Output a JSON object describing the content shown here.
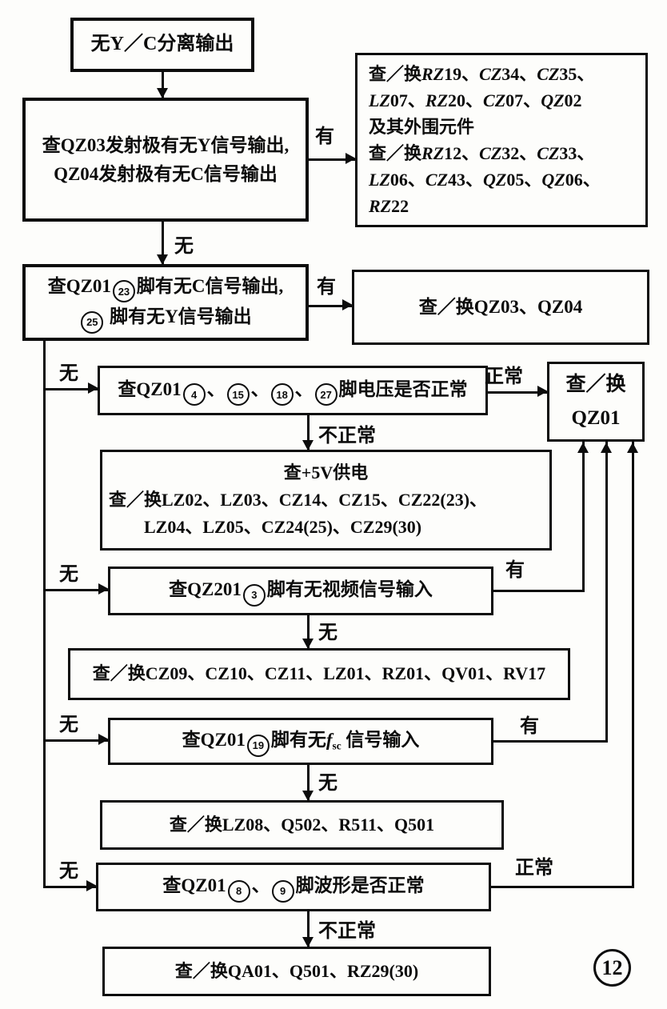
{
  "boxes": {
    "start": {
      "lines": [
        [
          {
            "t": "无Y／C分离输出"
          }
        ]
      ]
    },
    "check_emitters": {
      "lines": [
        [
          {
            "t": "查QZ03发射极有无Y信号输出,"
          }
        ],
        [
          {
            "t": "QZ04发射极有无C信号输出"
          }
        ]
      ]
    },
    "replace_rz19_group": {
      "lines": [
        [
          {
            "t": "查／换"
          },
          {
            "i": "RZ"
          },
          {
            "t": "19、"
          },
          {
            "i": "CZ"
          },
          {
            "t": "34、"
          },
          {
            "i": "CZ"
          },
          {
            "t": "35、"
          }
        ],
        [
          {
            "i": "LZ"
          },
          {
            "t": "07、"
          },
          {
            "i": "RZ"
          },
          {
            "t": "20、"
          },
          {
            "i": "CZ"
          },
          {
            "t": "07、"
          },
          {
            "i": "QZ"
          },
          {
            "t": "02"
          }
        ],
        [
          {
            "t": "及其外围元件"
          }
        ],
        [
          {
            "t": "查／换"
          },
          {
            "i": "RZ"
          },
          {
            "t": "12、"
          },
          {
            "i": "CZ"
          },
          {
            "t": "32、"
          },
          {
            "i": "CZ"
          },
          {
            "t": "33、"
          }
        ],
        [
          {
            "i": "LZ"
          },
          {
            "t": "06、"
          },
          {
            "i": "CZ"
          },
          {
            "t": "43、"
          },
          {
            "i": "QZ"
          },
          {
            "t": "05、"
          },
          {
            "i": "QZ"
          },
          {
            "t": "06、"
          }
        ],
        [
          {
            "i": "RZ"
          },
          {
            "t": "22"
          }
        ]
      ]
    },
    "check_qz01_pin23_25": {
      "lines": [
        [
          {
            "t": "查QZ01"
          },
          {
            "c": "23"
          },
          {
            "t": "脚有无C信号输出,"
          }
        ],
        [
          {
            "c": "25"
          },
          {
            "t": " 脚有无Y信号输出"
          }
        ]
      ]
    },
    "replace_qz03_qz04": {
      "lines": [
        [
          {
            "t": "查／换QZ03、QZ04"
          }
        ]
      ]
    },
    "check_pin_voltages": {
      "lines": [
        [
          {
            "t": "查QZ01"
          },
          {
            "c": "4"
          },
          {
            "t": "、"
          },
          {
            "c": "15"
          },
          {
            "t": "、"
          },
          {
            "c": "18"
          },
          {
            "t": "、"
          },
          {
            "c": "27"
          },
          {
            "t": "脚电压是否正常"
          }
        ]
      ]
    },
    "replace_qz01": {
      "lines": [
        [
          {
            "t": "查／换"
          }
        ],
        [
          {
            "t": "QZ01"
          }
        ]
      ]
    },
    "check_5v_supply": {
      "lines": [
        [
          {
            "t": "查+5V供电"
          }
        ],
        [
          {
            "t": "查／换LZ02、LZ03、CZ14、CZ15、CZ22(23)、"
          }
        ],
        [
          {
            "t": "LZ04、LZ05、CZ24(25)、CZ29(30)"
          }
        ]
      ]
    },
    "check_video_input": {
      "lines": [
        [
          {
            "t": "查QZ201"
          },
          {
            "c": "3"
          },
          {
            "t": "脚有无视频信号输入"
          }
        ]
      ]
    },
    "replace_cz09_group": {
      "lines": [
        [
          {
            "t": "查／换CZ09、CZ10、CZ11、LZ01、RZ01、QV01、RV17"
          }
        ]
      ]
    },
    "check_fsc_input": {
      "lines": [
        [
          {
            "t": "查QZ01"
          },
          {
            "c": "19"
          },
          {
            "t": "脚有无"
          },
          {
            "i": "f"
          },
          {
            "sub": "sc"
          },
          {
            "t": " 信号输入"
          }
        ]
      ]
    },
    "replace_lz08_group": {
      "lines": [
        [
          {
            "t": "查／换LZ08、Q502、R511、Q501"
          }
        ]
      ]
    },
    "check_waveform": {
      "lines": [
        [
          {
            "t": "查QZ01"
          },
          {
            "c": "8"
          },
          {
            "t": "、"
          },
          {
            "c": "9"
          },
          {
            "t": "脚波形是否正常"
          }
        ]
      ]
    },
    "replace_qa01_group": {
      "lines": [
        [
          {
            "t": "查／换QA01、Q501、RZ29(30)"
          }
        ]
      ]
    }
  },
  "labels": {
    "emitters_yes": "有",
    "emitters_no": "无",
    "pin23_yes": "有",
    "spine_to_voltage": "无",
    "voltage_normal": "正常",
    "voltage_abnormal": "不正常",
    "spine_to_video": "无",
    "video_yes": "有",
    "video_no": "无",
    "spine_to_fsc": "无",
    "fsc_yes": "有",
    "fsc_no": "无",
    "spine_to_waveform": "无",
    "waveform_normal": "正常",
    "waveform_abnormal": "不正常"
  },
  "badge": {
    "number": "12"
  }
}
